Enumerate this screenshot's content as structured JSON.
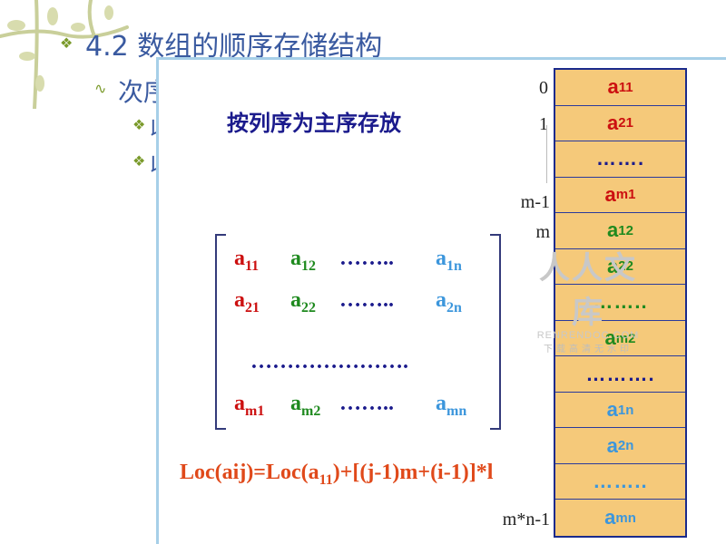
{
  "slide": {
    "title": "4.2 数组的顺序存储结构",
    "sub1": "次序",
    "sub2_frag": "以",
    "sub3_frag": "以"
  },
  "overlay": {
    "title": "按列序为主序存放",
    "matrix": {
      "rows": [
        [
          {
            "base": "a",
            "sub": "11",
            "color": "red"
          },
          {
            "base": "a",
            "sub": "12",
            "color": "green"
          },
          {
            "dots": "……..",
            "color": "navy"
          },
          {
            "base": "a",
            "sub": "1n",
            "color": "blue"
          }
        ],
        [
          {
            "base": "a",
            "sub": "21",
            "color": "red"
          },
          {
            "base": "a",
            "sub": "22",
            "color": "green"
          },
          {
            "dots": "……..",
            "color": "navy"
          },
          {
            "base": "a",
            "sub": "2n",
            "color": "blue"
          }
        ],
        [
          {
            "base": "a",
            "sub": "m1",
            "color": "red"
          },
          {
            "base": "a",
            "sub": "m2",
            "color": "green"
          },
          {
            "dots": "……..",
            "color": "navy"
          },
          {
            "base": "a",
            "sub": "mn",
            "color": "blue"
          }
        ]
      ],
      "middle_dots": "………………….",
      "bracket_color": "#333a7a"
    },
    "formula": {
      "part1": "Loc(aij)=Loc(a",
      "sub": "11",
      "part2": ")+[(j-1)m+(i-1)]*l"
    },
    "indices": [
      "0",
      "1",
      "m-1",
      "m",
      "m*n-1"
    ],
    "storage": [
      {
        "base": "a",
        "sub": "11",
        "color": "#cc1010"
      },
      {
        "base": "a",
        "sub": "21",
        "color": "#cc1010"
      },
      {
        "dots": "…….",
        "color": "#1a1a8c"
      },
      {
        "base": "a",
        "sub": "m1",
        "color": "#cc1010"
      },
      {
        "base": "a",
        "sub": "12",
        "color": "#1f8a1f"
      },
      {
        "base": "a",
        "sub": "22",
        "color": "#1f8a1f"
      },
      {
        "dots": "……..",
        "color": "#1f8a1f"
      },
      {
        "base": "a",
        "sub": "m2",
        "color": "#1f8a1f"
      },
      {
        "dots": "……….",
        "color": "#1a1a8c"
      },
      {
        "base": "a",
        "sub": "1n",
        "color": "#3c96dc"
      },
      {
        "base": "a",
        "sub": "2n",
        "color": "#3c96dc"
      },
      {
        "dots": "……..",
        "color": "#3c96dc"
      },
      {
        "base": "a",
        "sub": "mn",
        "color": "#3c96dc"
      }
    ]
  },
  "watermark": {
    "big": "人人文库",
    "url": "RENRENDOC.COM",
    "small": "下载高清无水印"
  },
  "colors": {
    "title_blue": "#3a5aa0",
    "bullet_green": "#7a9a2a",
    "storage_fill": "#f5c97a",
    "storage_border": "#1a2a8c",
    "overlay_border": "#a6cfe8",
    "formula": "#e0491a"
  }
}
